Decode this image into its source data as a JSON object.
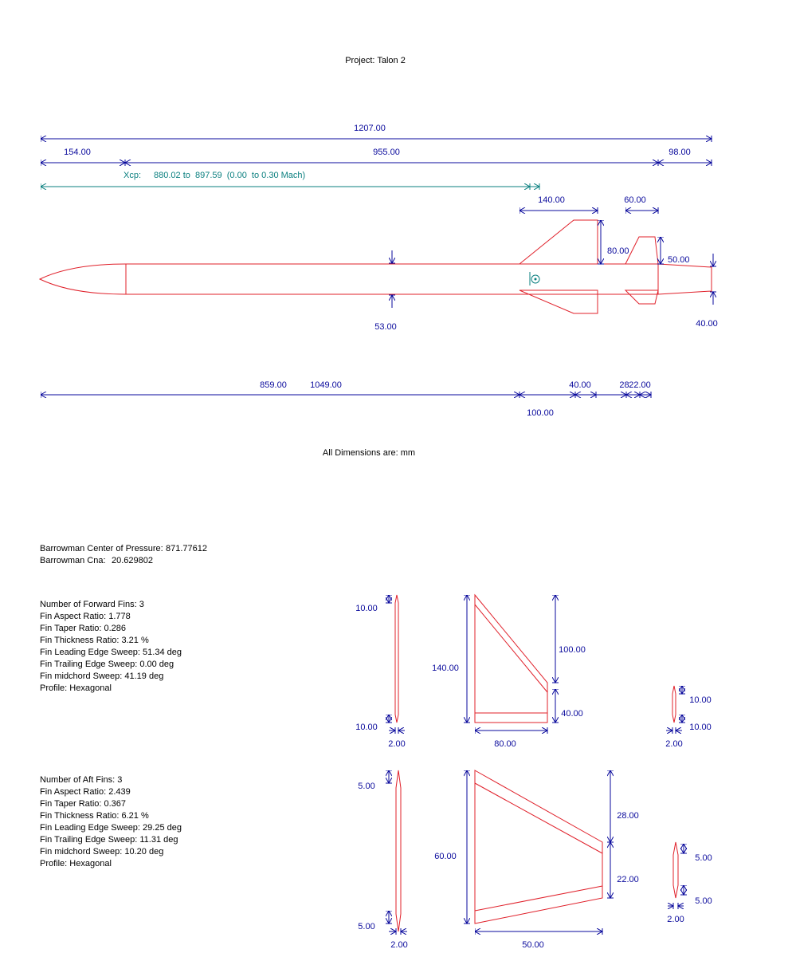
{
  "title": "Project: Talon 2",
  "units_note": "All Dimensions are: mm",
  "colors": {
    "outline": "#e0202a",
    "dimension": "#0a0a9c",
    "cp": "#0a7f7f",
    "text": "#000000"
  },
  "side_view": {
    "overall_length": "1207.00",
    "nose_length": "154.00",
    "body_length": "955.00",
    "tail_length": "98.00",
    "xcp_label": "Xcp:",
    "xcp_range": "880.02 to  897.59  (0.00  to 0.30 Mach)",
    "fwd_fin_root": "140.00",
    "aft_fin_root": "60.00",
    "fwd_fin_span": "80.00",
    "aft_fin_span": "50.00",
    "body_diameter": "53.00",
    "tail_diameter": "40.00"
  },
  "positions": {
    "pos1": "859.00",
    "pos2": "1049.00",
    "gap1": "100.00",
    "gap2": "40.00",
    "gap3": "28.",
    "gap4": "22.00"
  },
  "barrowman": {
    "cp_label": "Barrowman Center of Pressure:",
    "cp_value": "871.77612",
    "cna_label": "Barrowman Cna:",
    "cna_value": "20.629802"
  },
  "forward_fins": {
    "lines": [
      "Number of Forward Fins:  3",
      "Fin Aspect Ratio:  1.778",
      "Fin Taper Ratio:  0.286",
      "Fin Thickness Ratio:  3.21 %",
      "Fin Leading Edge Sweep: 51.34 deg",
      "Fin Trailing Edge Sweep:  0.00 deg",
      "Fin midchord Sweep: 41.19 deg",
      "Profile: Hexagonal"
    ],
    "root_dims": {
      "top": "10.00",
      "bottom": "10.00",
      "thickness": "2.00"
    },
    "planform": {
      "root": "140.00",
      "sweep": "100.00",
      "tip": "40.00",
      "span": "80.00"
    },
    "tip_dims": {
      "top": "10.00",
      "bottom": "10.00",
      "thickness": "2.00"
    }
  },
  "aft_fins": {
    "lines": [
      "Number of Aft Fins:  3",
      "Fin Aspect Ratio:  2.439",
      "Fin Taper Ratio:  0.367",
      "Fin Thickness Ratio:  6.21 %",
      "Fin Leading Edge Sweep: 29.25 deg",
      "Fin Trailing Edge Sweep: 11.31 deg",
      "Fin midchord Sweep: 10.20 deg",
      "Profile: Hexagonal"
    ],
    "root_dims": {
      "top": "5.00",
      "bottom": "5.00",
      "thickness": "2.00"
    },
    "planform": {
      "root": "60.00",
      "sweep": "28.00",
      "tip": "22.00",
      "span": "50.00"
    },
    "tip_dims": {
      "top": "5.00",
      "bottom": "5.00",
      "thickness": "2.00"
    }
  }
}
